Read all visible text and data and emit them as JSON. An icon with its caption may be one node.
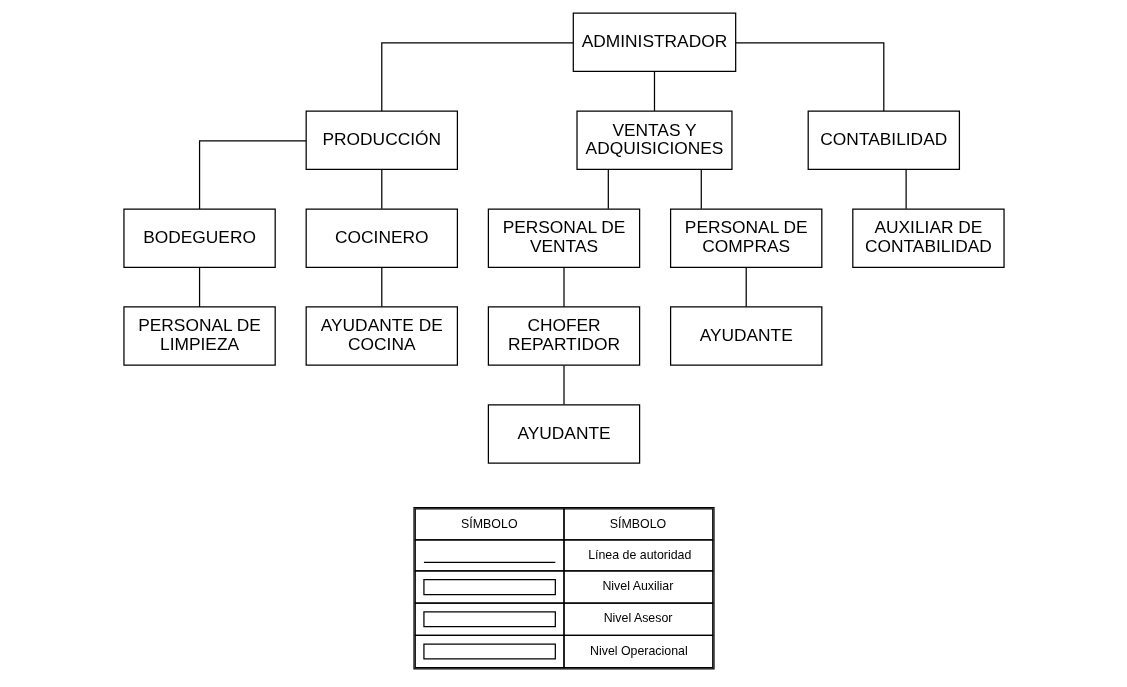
{
  "diagram": {
    "nodes": [
      {
        "text": [
          "ADMINISTRADOR"
        ]
      },
      {
        "text": [
          "PRODUCCIÓN"
        ]
      },
      {
        "text": [
          "VENTAS Y ADQUISICIONES"
        ]
      },
      {
        "text": [
          "CONTABILIDAD"
        ]
      },
      {
        "text": [
          "BODEGUERO"
        ]
      },
      {
        "text": [
          "COCINERO"
        ]
      },
      {
        "text": [
          "PERSONAL DE VENTAS"
        ]
      },
      {
        "text": [
          "PERSONAL DE COMPRAS"
        ]
      },
      {
        "text": [
          "AUXILIAR DE CONTABILIDAD"
        ]
      },
      {
        "text": [
          "PERSONAL DE LIMPIEZA"
        ]
      },
      {
        "text": [
          "AYUDANTE DE COCINA"
        ]
      },
      {
        "text": [
          "CHOFER REPARTIDOR"
        ]
      },
      {
        "text": [
          "AYUDANTE"
        ]
      },
      {
        "text": [
          "AYUDANTE"
        ]
      }
    ],
    "edges": [
      {
        "from": 0,
        "to": 1,
        "arrow": "none"
      },
      {
        "from": 0,
        "to": 2,
        "arrow": "none"
      },
      {
        "from": 0,
        "to": 3,
        "arrow": "none"
      },
      {
        "from": 1,
        "to": 4,
        "arrow": "none"
      },
      {
        "from": 1,
        "to": 5,
        "arrow": "none"
      },
      {
        "from": 2,
        "to": 6,
        "arrow": "none"
      },
      {
        "from": 2,
        "to": 7,
        "arrow": "none"
      },
      {
        "from": 3,
        "to": 8,
        "arrow": "none"
      },
      {
        "from": 4,
        "to": 9,
        "arrow": "none"
      },
      {
        "from": 5,
        "to": 10,
        "arrow": "none"
      },
      {
        "from": 6,
        "to": 11,
        "arrow": "none"
      },
      {
        "from": 7,
        "to": 12,
        "arrow": "none"
      },
      {
        "from": 11,
        "to": 13,
        "arrow": "none"
      }
    ],
    "labels": [
      "SÍMBOLO",
      "SÍMBOLO"
    ],
    "legend": [
      {
        "text": "Línea de autoridad"
      },
      {
        "text": "Nivel Auxiliar"
      },
      {
        "text": "Nivel Asesor"
      },
      {
        "text": "Nivel Operacional"
      }
    ]
  }
}
